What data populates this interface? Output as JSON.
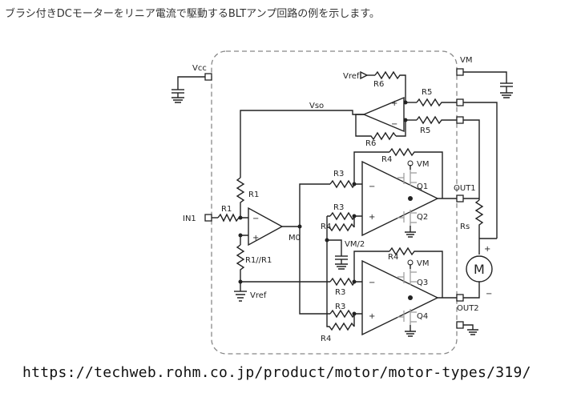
{
  "caption": "ブラシ付きDCモーターをリニア電流で駆動するBLTアンプ回路の例を示します。",
  "url": "https://techweb.rohm.co.jp/product/motor/motor-types/319/",
  "diagram": {
    "labels": {
      "vcc": "Vcc",
      "vm_top": "VM",
      "vref_top": "Vref",
      "vso": "Vso",
      "r6_top": "R6",
      "r6_bottom": "R6",
      "r5_top": "R5",
      "r5_bottom": "R5",
      "r4_top": "R4",
      "vm_q1": "VM",
      "q1": "Q1",
      "q2": "Q2",
      "r3_a": "R3",
      "r3_b": "R3",
      "r4_b": "R4",
      "vm2": "VM/2",
      "r1_top": "R1",
      "r1_in": "R1",
      "in1": "IN1",
      "m0": "M0",
      "r1r1": "R1//R1",
      "vref_bottom": "Vref",
      "r4_c": "R4",
      "vm_q3": "VM",
      "q3": "Q3",
      "q4": "Q4",
      "r3_c": "R3",
      "r3_d": "R3",
      "r4_d": "R4",
      "out1": "OUT1",
      "out2": "OUT2",
      "rs": "Rs",
      "motor": "M",
      "plus_motor": "+",
      "minus_motor": "−",
      "opamp_plus": "+",
      "opamp_minus": "−"
    }
  }
}
